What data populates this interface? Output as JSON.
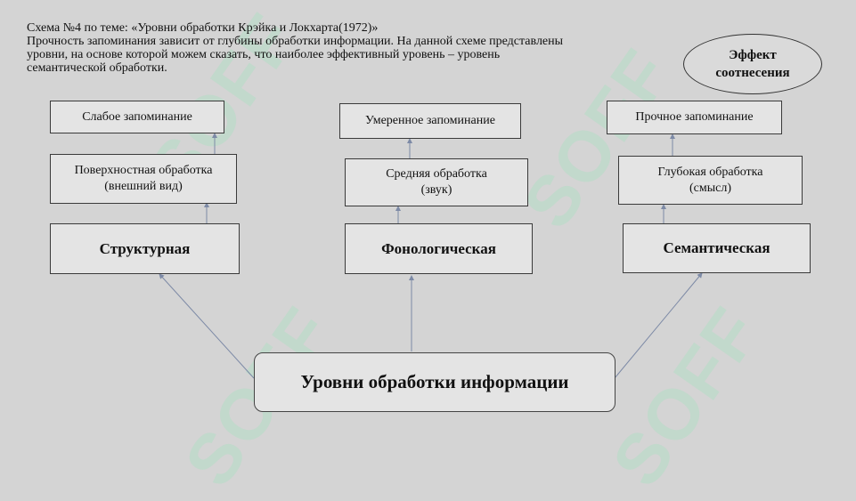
{
  "intro": {
    "line1": "Схема №4 по теме: «Уровни обработки Крэйка и Локхарта(1972)»",
    "line2": "Прочность запоминания зависит от глубины обработки информации. На данной схеме представлены",
    "line3": "уровни, на основе которой можем сказать, что наиболее эффективный уровень – уровень",
    "line4": "семантической обработки."
  },
  "effect": {
    "line1": "Эффект",
    "line2": "соотнесения"
  },
  "columns": [
    {
      "memory": "Слабое запоминание",
      "processing_line1": "Поверхностная обработка",
      "processing_line2": "(внешний вид)",
      "level": "Структурная"
    },
    {
      "memory": "Умеренное запоминание",
      "processing_line1": "Средняя обработка",
      "processing_line2": "(звук)",
      "level": "Фонологическая"
    },
    {
      "memory": "Прочное запоминание",
      "processing_line1": "Глубокая обработка",
      "processing_line2": "(смысл)",
      "level": "Семантическая"
    }
  ],
  "root": "Уровни обработки информации",
  "watermark": "SOFF",
  "colors": {
    "background": "#d4d4d4",
    "box_fill": "#e4e4e4",
    "connector": "#7d8aa6"
  }
}
